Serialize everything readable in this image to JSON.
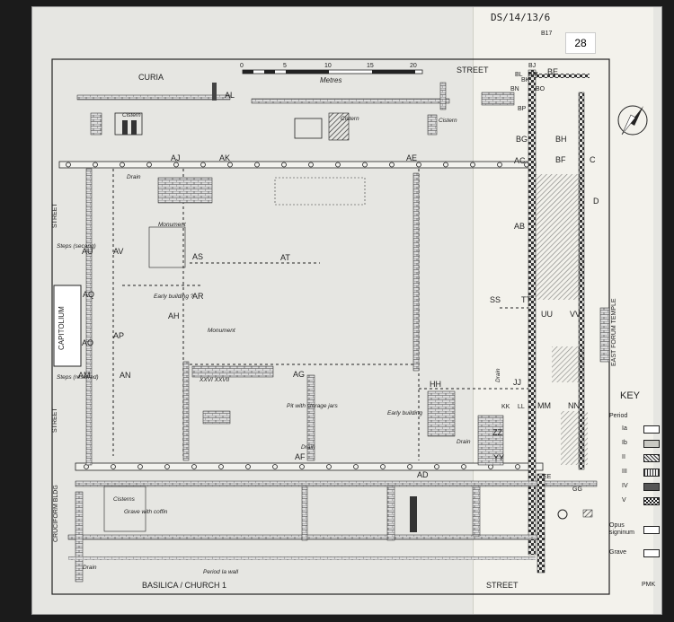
{
  "header": {
    "ref": "DS/14/13/6",
    "ref_small": "B17",
    "sheet_no": "28"
  },
  "scale": {
    "label": "Metres",
    "ticks": [
      "0",
      "5",
      "10",
      "15",
      "20"
    ]
  },
  "streets": {
    "top_left": "CURIA",
    "top_right": "STREET",
    "bottom_left": "BASILICA / CHURCH 1",
    "bottom_right": "STREET",
    "left_upper": "STREET",
    "left_lower": "STREET"
  },
  "buildings": {
    "capitolium": "CAPITOLIUM",
    "east_temple": "EAST FORUM TEMPLE",
    "crucifixion": "CRUCIFORM BLDG"
  },
  "notes": {
    "steps_upper": "Steps (secang)",
    "steps_lower": "Steps (restored)",
    "cistern1": "Cistern",
    "cistern2": "Cistern",
    "cistern3": "Cistern",
    "monument1": "Monument",
    "monument2": "Monument",
    "early_building1": "Early building ?",
    "early_building2": "Early building",
    "pit": "Pit with storage jars",
    "drain1": "Drain",
    "drain2": "Drain",
    "drain3": "Drain",
    "drain4": "Drain",
    "cisterns": "Cisterns",
    "grave": "Grave with coffin",
    "period_wall": "Period Ia wall",
    "drain5": "Drain",
    "roman": "XXVI  XXVII"
  },
  "grid_labels": [
    "AL",
    "AJ",
    "AK",
    "AE",
    "AC",
    "BE",
    "BF",
    "C",
    "BG",
    "BH",
    "BJ",
    "BK",
    "BL",
    "BM",
    "BN",
    "BO",
    "BP",
    "AB",
    "D",
    "AU",
    "AV",
    "AS",
    "AT",
    "AQ",
    "AR",
    "SS",
    "TT",
    "UU",
    "VV",
    "AO",
    "AP",
    "AH",
    "AM",
    "AN",
    "AG",
    "HH",
    "JJ",
    "KK",
    "LL",
    "MM",
    "NN",
    "AF",
    "ZZ",
    "YY",
    "AD",
    "EE",
    "GG"
  ],
  "key": {
    "title": "KEY",
    "period_label": "Period",
    "periods": [
      "Ia",
      "Ib",
      "II",
      "III",
      "IV",
      "V"
    ],
    "opus": "Opus signinum",
    "grave": "Grave",
    "initials": "PMK"
  },
  "colors": {
    "paper": "#e6e6e2",
    "strip": "#f3f2ec",
    "ink": "#222222",
    "background": "#1b1b1b"
  }
}
